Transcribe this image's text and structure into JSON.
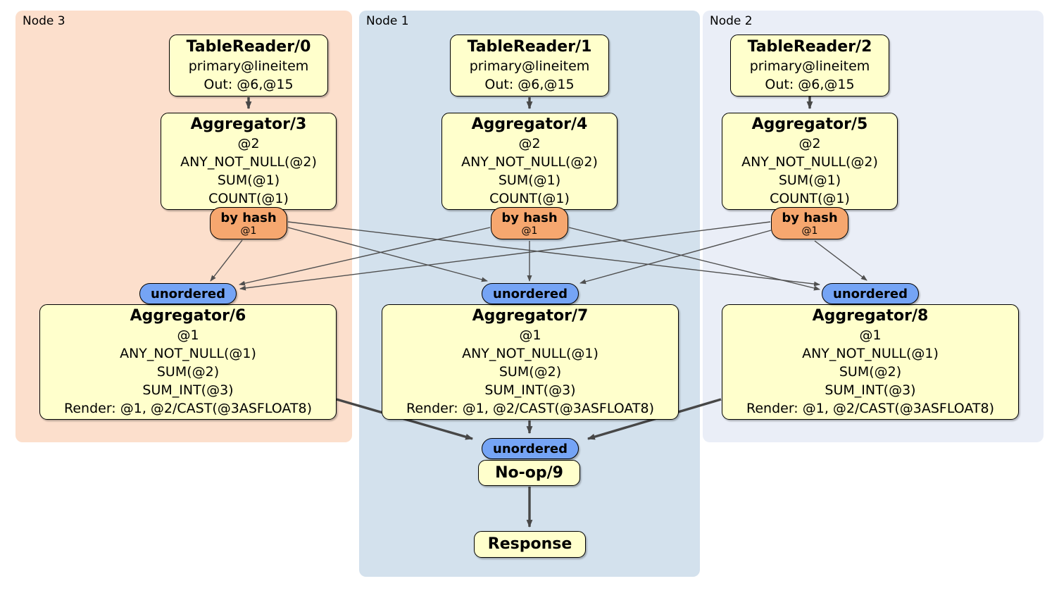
{
  "regions": {
    "node3": {
      "label": "Node 3"
    },
    "node1": {
      "label": "Node 1"
    },
    "node2": {
      "label": "Node 2"
    }
  },
  "nodes": {
    "tablereader0": {
      "title": "TableReader/0",
      "lines": [
        "primary@lineitem",
        "Out: @6,@15"
      ]
    },
    "tablereader1": {
      "title": "TableReader/1",
      "lines": [
        "primary@lineitem",
        "Out: @6,@15"
      ]
    },
    "tablereader2": {
      "title": "TableReader/2",
      "lines": [
        "primary@lineitem",
        "Out: @6,@15"
      ]
    },
    "aggregator3": {
      "title": "Aggregator/3",
      "lines": [
        "@2",
        "ANY_NOT_NULL(@2)",
        "SUM(@1)",
        "COUNT(@1)"
      ]
    },
    "aggregator4": {
      "title": "Aggregator/4",
      "lines": [
        "@2",
        "ANY_NOT_NULL(@2)",
        "SUM(@1)",
        "COUNT(@1)"
      ]
    },
    "aggregator5": {
      "title": "Aggregator/5",
      "lines": [
        "@2",
        "ANY_NOT_NULL(@2)",
        "SUM(@1)",
        "COUNT(@1)"
      ]
    },
    "aggregator6": {
      "title": "Aggregator/6",
      "lines": [
        "@1",
        "ANY_NOT_NULL(@1)",
        "SUM(@2)",
        "SUM_INT(@3)",
        "Render: @1, @2/CAST(@3ASFLOAT8)"
      ]
    },
    "aggregator7": {
      "title": "Aggregator/7",
      "lines": [
        "@1",
        "ANY_NOT_NULL(@1)",
        "SUM(@2)",
        "SUM_INT(@3)",
        "Render: @1, @2/CAST(@3ASFLOAT8)"
      ]
    },
    "aggregator8": {
      "title": "Aggregator/8",
      "lines": [
        "@1",
        "ANY_NOT_NULL(@1)",
        "SUM(@2)",
        "SUM_INT(@3)",
        "Render: @1, @2/CAST(@3ASFLOAT8)"
      ]
    },
    "noop9": {
      "title": "No-op/9"
    },
    "response": {
      "title": "Response"
    }
  },
  "routers": {
    "byhash3": {
      "label": "by hash",
      "detail": "@1"
    },
    "byhash4": {
      "label": "by hash",
      "detail": "@1"
    },
    "byhash5": {
      "label": "by hash",
      "detail": "@1"
    }
  },
  "synchronizers": {
    "unordered6": {
      "label": "unordered"
    },
    "unordered7": {
      "label": "unordered"
    },
    "unordered8": {
      "label": "unordered"
    },
    "unordered9": {
      "label": "unordered"
    }
  },
  "colors": {
    "region-node3": "#FCDFCC",
    "region-node1": "#D3E1ED",
    "region-node2": "#EAEEF7",
    "processor-fill": "#FFFFCC",
    "router-fill": "#F6A76F",
    "sync-fill": "#75A4F5",
    "edge-color": "#474747",
    "border-color": "#000000"
  }
}
